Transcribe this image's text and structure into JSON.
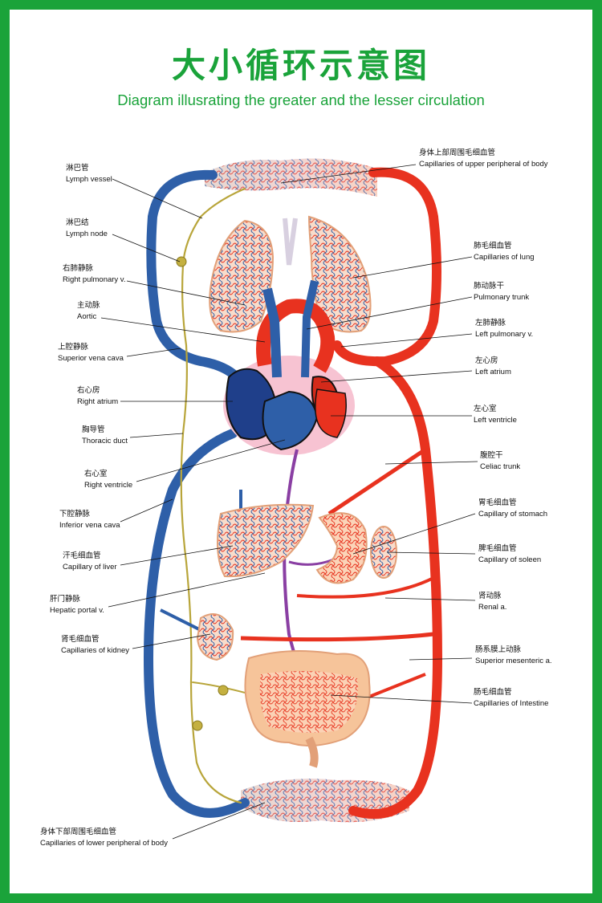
{
  "title_cn": "大小循环示意图",
  "title_en": "Diagram illusrating the greater and the lesser circulation",
  "colors": {
    "frame": "#1aa33a",
    "artery": "#e8321f",
    "vein": "#2e5fa8",
    "lymph": "#b8a53a",
    "portal": "#8a3fa3",
    "organ": "#f6c49a",
    "heart_bg": "#f7c3d2"
  },
  "labels_left": [
    {
      "cn": "淋巴管",
      "en": "Lymph vessel"
    },
    {
      "cn": "淋巴结",
      "en": "Lymph node"
    },
    {
      "cn": "右肺静脉",
      "en": "Right pulmonary v."
    },
    {
      "cn": "主动脉",
      "en": "Aortic"
    },
    {
      "cn": "上腔静脉",
      "en": "Superior vena cava"
    },
    {
      "cn": "右心房",
      "en": "Right atrium"
    },
    {
      "cn": "胸导管",
      "en": "Thoracic duct"
    },
    {
      "cn": "右心室",
      "en": "Right ventricle"
    },
    {
      "cn": "下腔静脉",
      "en": "Inferior vena cava"
    },
    {
      "cn": "汗毛细血管",
      "en": "Capillary of liver"
    },
    {
      "cn": "肝门静脉",
      "en": "Hepatic portal v."
    },
    {
      "cn": "肾毛细血管",
      "en": "Capillaries of kidney"
    },
    {
      "cn": "身体下部周围毛细血管",
      "en": "Capillaries of lower peripheral of body"
    }
  ],
  "labels_right": [
    {
      "cn": "身体上部周围毛细血管",
      "en": "Capillaries of upper peripheral of body"
    },
    {
      "cn": "肺毛细血管",
      "en": "Capillaries of lung"
    },
    {
      "cn": "肺动脉干",
      "en": "Pulmonary trunk"
    },
    {
      "cn": "左肺静脉",
      "en": "Left pulmonary v."
    },
    {
      "cn": "左心房",
      "en": "Left atrium"
    },
    {
      "cn": "左心室",
      "en": "Left ventricle"
    },
    {
      "cn": "腹腔干",
      "en": "Celiac trunk"
    },
    {
      "cn": "胃毛细血管",
      "en": "Capillary of stomach"
    },
    {
      "cn": "脾毛细血管",
      "en": "Capillary of soleen"
    },
    {
      "cn": "肾动脉",
      "en": "Renal a."
    },
    {
      "cn": "肠系膜上动脉",
      "en": "Superior mesenteric a."
    },
    {
      "cn": "肠毛细血管",
      "en": "Capillaries of Intestine"
    }
  ]
}
